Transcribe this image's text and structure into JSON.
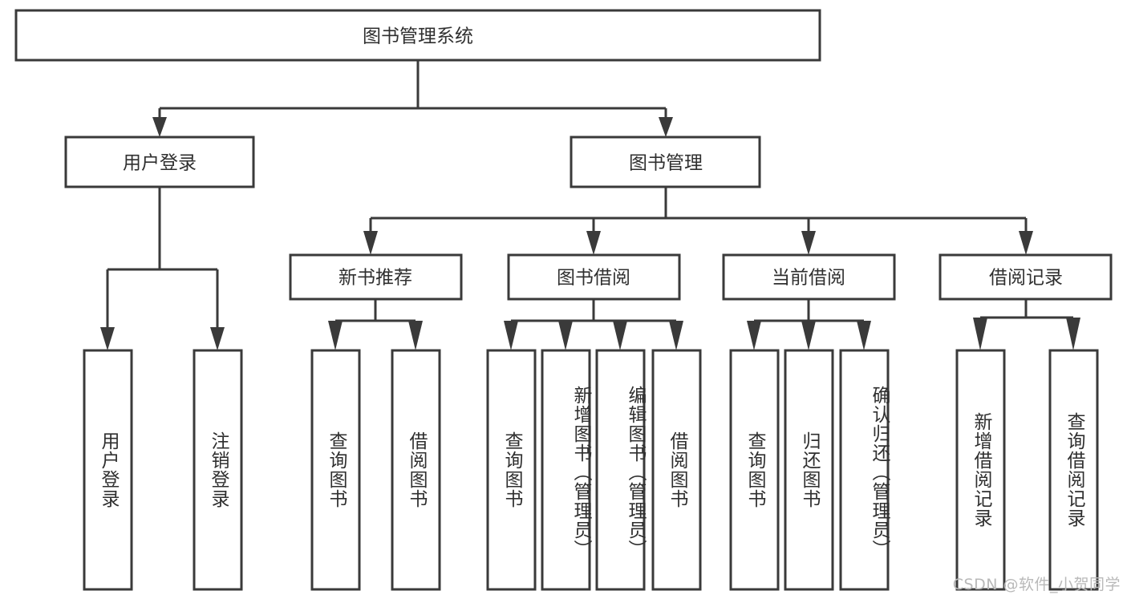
{
  "diagram": {
    "type": "tree-hierarchy",
    "title": "图书管理系统",
    "watermark": "CSDN @软件_小贺同学",
    "colors": {
      "box_stroke": "#3a3a3a",
      "box_fill": "#ffffff",
      "text": "#2f2f2f",
      "connector": "#3a3a3a",
      "watermark": "#b9b9b9",
      "background": "#ffffff"
    },
    "root": {
      "label": "图书管理系统",
      "orientation": "horizontal"
    },
    "level1": [
      {
        "label": "用户登录",
        "orientation": "horizontal"
      },
      {
        "label": "图书管理",
        "orientation": "horizontal"
      }
    ],
    "level2": [
      {
        "label": "新书推荐",
        "orientation": "horizontal",
        "parent": "图书管理"
      },
      {
        "label": "图书借阅",
        "orientation": "horizontal",
        "parent": "图书管理"
      },
      {
        "label": "当前借阅",
        "orientation": "horizontal",
        "parent": "图书管理"
      },
      {
        "label": "借阅记录",
        "orientation": "horizontal",
        "parent": "图书管理"
      }
    ],
    "leaves": {
      "用户登录": [
        {
          "label": "用户登录",
          "orientation": "vertical"
        },
        {
          "label": "注销登录",
          "orientation": "vertical"
        }
      ],
      "新书推荐": [
        {
          "label": "查询图书",
          "orientation": "vertical"
        },
        {
          "label": "借阅图书",
          "orientation": "vertical"
        }
      ],
      "图书借阅": [
        {
          "label": "查询图书",
          "orientation": "vertical"
        },
        {
          "label": "新增图书（管理员）",
          "orientation": "vertical"
        },
        {
          "label": "编辑图书（管理员）",
          "orientation": "vertical"
        },
        {
          "label": "借阅图书",
          "orientation": "vertical"
        }
      ],
      "当前借阅": [
        {
          "label": "查询图书",
          "orientation": "vertical"
        },
        {
          "label": "归还图书",
          "orientation": "vertical"
        },
        {
          "label": "确认归还（管理员）",
          "orientation": "vertical"
        }
      ],
      "借阅记录": [
        {
          "label": "新增借阅记录",
          "orientation": "vertical"
        },
        {
          "label": "查询借阅记录",
          "orientation": "vertical"
        }
      ]
    }
  }
}
